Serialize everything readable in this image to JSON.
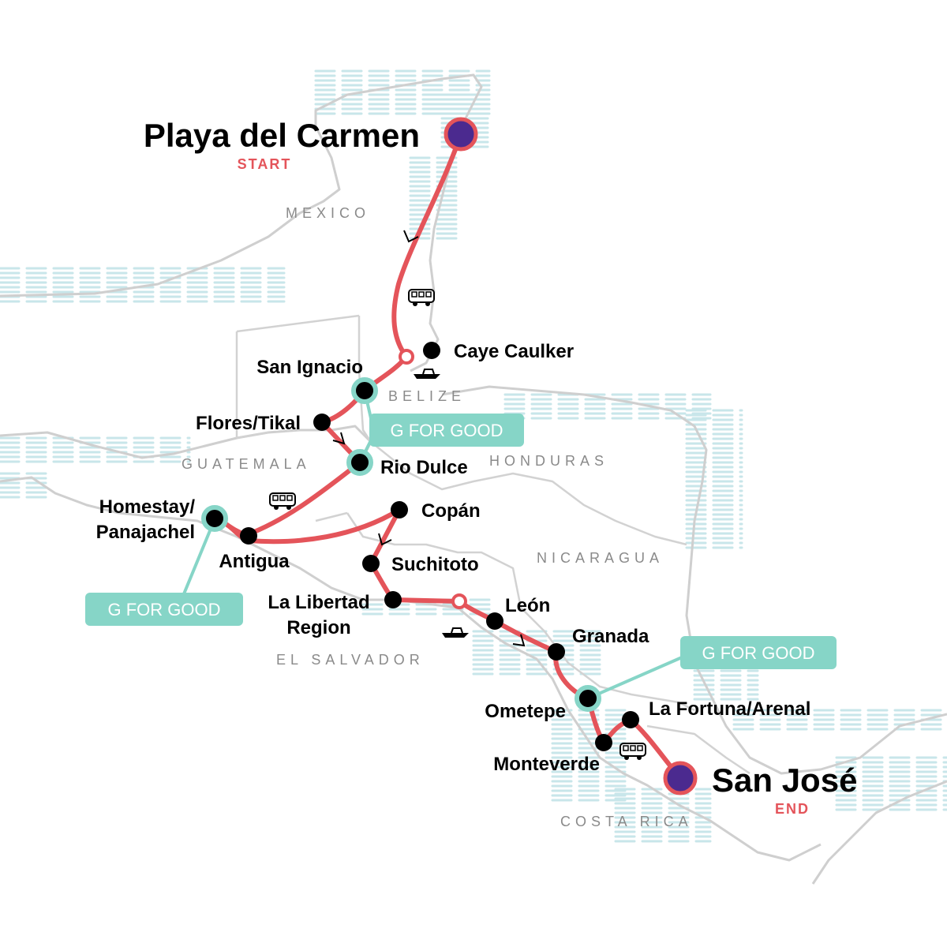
{
  "colors": {
    "route": "#e4545a",
    "endpoint_fill": "#4b2a8f",
    "stop_fill": "#000000",
    "gfg": "#86d5c7",
    "water": "#c8e6ea",
    "border": "#d2d2d2",
    "country_text": "#8a8a8a"
  },
  "endpoints": {
    "start": {
      "name": "Playa del Carmen",
      "tag": "START"
    },
    "end": {
      "name": "San José",
      "tag": "END"
    }
  },
  "countries": [
    "MEXICO",
    "BELIZE",
    "GUATEMALA",
    "HONDURAS",
    "NICARAGUA",
    "EL SALVADOR",
    "COSTA RICA"
  ],
  "stops": [
    {
      "id": "caye-caulker",
      "label": [
        "Caye Caulker"
      ],
      "kind": "stop"
    },
    {
      "id": "san-ignacio",
      "label": [
        "San Ignacio"
      ],
      "kind": "gfg"
    },
    {
      "id": "flores-tikal",
      "label": [
        "Flores/Tikal"
      ],
      "kind": "stop"
    },
    {
      "id": "rio-dulce",
      "label": [
        "Rio Dulce"
      ],
      "kind": "gfg"
    },
    {
      "id": "panajachel",
      "label": [
        "Homestay/",
        "Panajachel"
      ],
      "kind": "gfg"
    },
    {
      "id": "antigua",
      "label": [
        "Antigua"
      ],
      "kind": "stop"
    },
    {
      "id": "copan",
      "label": [
        "Copán"
      ],
      "kind": "stop"
    },
    {
      "id": "suchitoto",
      "label": [
        "Suchitoto"
      ],
      "kind": "stop"
    },
    {
      "id": "la-libertad",
      "label": [
        "La Libertad",
        "Region"
      ],
      "kind": "stop"
    },
    {
      "id": "leon",
      "label": [
        "León"
      ],
      "kind": "stop"
    },
    {
      "id": "granada",
      "label": [
        "Granada"
      ],
      "kind": "stop"
    },
    {
      "id": "ometepe",
      "label": [
        "Ometepe"
      ],
      "kind": "gfg"
    },
    {
      "id": "la-fortuna",
      "label": [
        "La Fortuna/Arenal"
      ],
      "kind": "stop"
    },
    {
      "id": "monteverde",
      "label": [
        "Monteverde"
      ],
      "kind": "stop"
    }
  ],
  "gfg_badges": [
    "G FOR GOOD",
    "G FOR GOOD",
    "G FOR GOOD"
  ],
  "transport_icons": [
    "bus-icon",
    "boat-icon",
    "bus-icon",
    "boat-icon",
    "bus-icon"
  ]
}
